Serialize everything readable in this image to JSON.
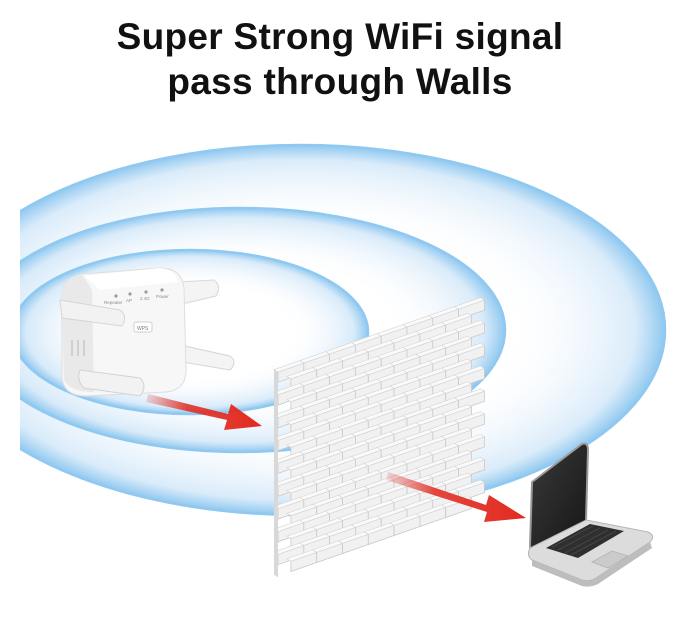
{
  "headline": {
    "line1": "Super Strong WiFi signal",
    "line2": "pass through Walls"
  },
  "device": {
    "indicator_labels": [
      "Repeater",
      "AP",
      "2.4G",
      "Power"
    ],
    "button_label": "WPS"
  },
  "colors": {
    "signal_blue": "#8fc8f0",
    "signal_glow": "#cfe6f8",
    "arrow_red": "#e0332a",
    "brick_light": "#f1f1f1",
    "brick_shadow": "#c9c9c9",
    "laptop_body": "#dcdcdc",
    "laptop_screen": "#2a2a2a"
  },
  "icons": [
    "wifi-repeater-icon",
    "brick-wall-icon",
    "laptop-icon",
    "arrow-icon"
  ]
}
